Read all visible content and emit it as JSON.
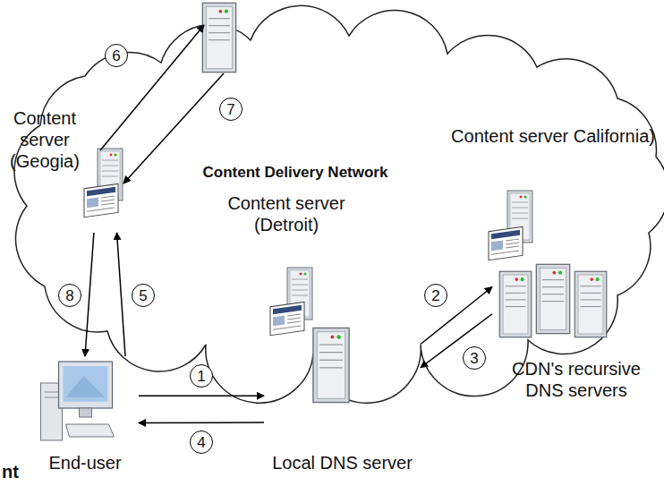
{
  "diagram": {
    "nodes": [
      {
        "text": [
          "Content Delivery Network"
        ]
      },
      {
        "text": [
          "Content server (Geogia)"
        ],
        "in": 0
      },
      {
        "text": [
          "Content server (Detroit)"
        ],
        "in": 0
      },
      {
        "text": [
          "Content server California)"
        ],
        "in": 0
      },
      {
        "text": [
          "CDN's recursive DNS servers"
        ]
      },
      {
        "text": [
          "Local DNS server"
        ]
      },
      {
        "text": [
          "End-user"
        ]
      }
    ],
    "edges": [
      {
        "from": 6,
        "to": 5,
        "label": "1",
        "arrow": "to"
      },
      {
        "from": 5,
        "to": 4,
        "label": "2",
        "arrow": "to"
      },
      {
        "from": 4,
        "to": 5,
        "label": "3",
        "arrow": "to"
      },
      {
        "from": 5,
        "to": 6,
        "label": "4",
        "arrow": "to"
      },
      {
        "from": 6,
        "to": 1,
        "label": "5",
        "arrow": "to"
      },
      {
        "from": 1,
        "to": 6,
        "label": "8",
        "arrow": "to"
      }
    ],
    "labels": [
      "6",
      "7",
      "nt"
    ]
  }
}
